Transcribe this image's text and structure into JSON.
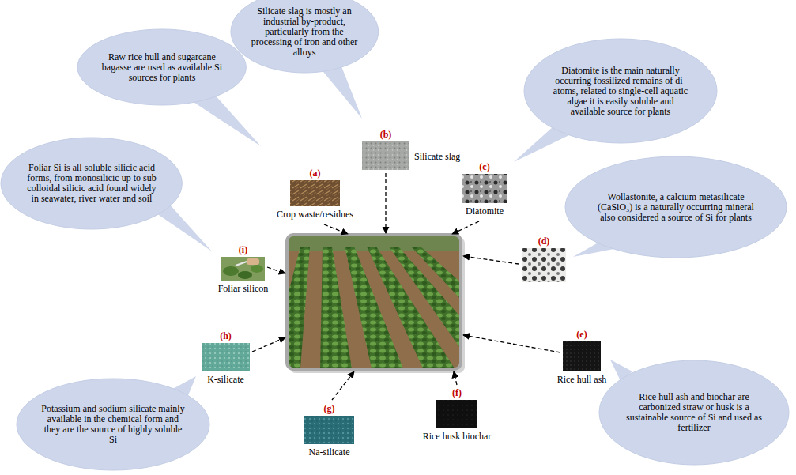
{
  "diagram": {
    "nodes": [
      {
        "text": [
          "Silicate slag is mostly an industrial by-product, particularly from the processing of iron and other alloys"
        ]
      },
      {
        "text": [
          "Raw rice hull and sugarcane bagasse are used as available Si sources for plants"
        ]
      },
      {
        "text": [
          "Diatomite is the main naturally occurring fossilized remains of di-atoms, related to single-cell aquatic algae it is easily soluble and available source for plants"
        ]
      },
      {
        "text": [
          "(b)",
          "Silicate slag"
        ]
      },
      {
        "text": [
          "(a)",
          "Crop waste/residues"
        ]
      },
      {
        "text": [
          "(c)",
          "Diatomite"
        ]
      },
      {
        "text": [
          "Foliar Si is all soluble silicic acid forms, from monosilicic up to sub colloidal silicic acid found widely in seawater, river water and soil"
        ]
      },
      {
        "text": [
          "Wollastonite, a calcium metasilicate (CaSiO₃) is a naturally occurring mineral also considered a source of Si for plants"
        ]
      },
      {
        "text": [
          "(i)",
          "Foliar silicon"
        ]
      },
      {
        "text": [
          "(d)"
        ]
      },
      {
        "text": [
          "(h)",
          "K-silicate"
        ]
      },
      {
        "text": [
          "(e)",
          "Rice hull ash"
        ]
      },
      {
        "text": [
          "Rice hull ash and biochar are carbonized straw or husk is a sustainable source of Si and used as fertilizer"
        ]
      },
      {
        "text": [
          "Potassium and sodium silicate mainly available in the chemical form and they are the source of highly soluble Si"
        ]
      },
      {
        "text": [
          "(f)",
          "Rice husk biochar"
        ]
      },
      {
        "text": [
          "(g)",
          "Na-silicate"
        ]
      }
    ]
  }
}
